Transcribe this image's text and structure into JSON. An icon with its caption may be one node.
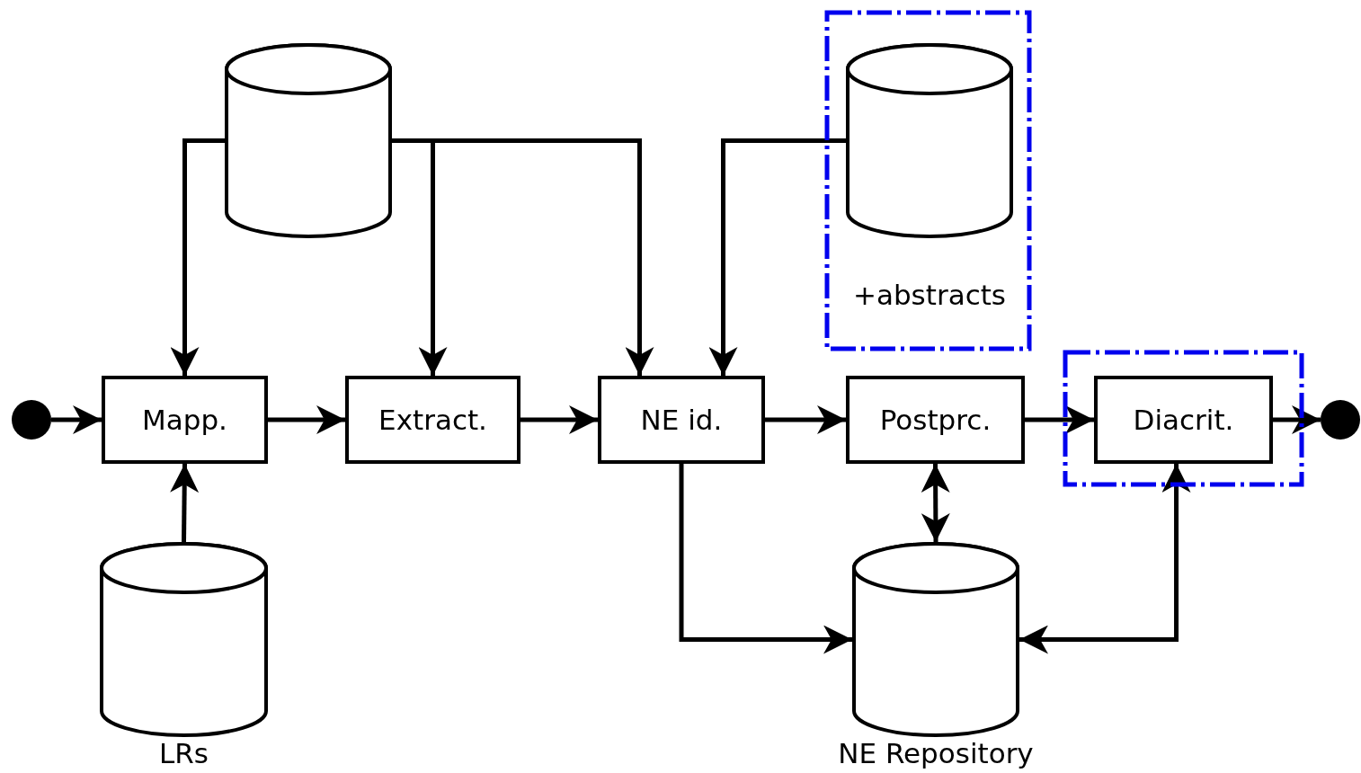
{
  "diagram": {
    "nodes": [
      {
        "text": [],
        "shape": "circle"
      },
      {
        "text": [
          "Mapp."
        ]
      },
      {
        "text": [
          "Extract."
        ]
      },
      {
        "text": [
          "NE id."
        ]
      },
      {
        "text": [
          "Postprc."
        ]
      },
      {
        "text": [],
        "shape": "box"
      },
      {
        "text": [
          "Diacrit."
        ],
        "in": 5
      },
      {
        "text": [],
        "shape": "circle"
      },
      {
        "text": [],
        "shape": "cylinder"
      },
      {
        "text": [],
        "shape": "box"
      },
      {
        "text": [
          "+abstracts"
        ],
        "in": 9
      },
      {
        "text": [
          "LRs"
        ]
      },
      {
        "text": [
          "NE Repository"
        ]
      }
    ],
    "edges": [
      {
        "from": 0,
        "to": 1,
        "arrow": "to"
      },
      {
        "from": 1,
        "to": 2,
        "arrow": "to"
      },
      {
        "from": 2,
        "to": 3,
        "arrow": "to"
      },
      {
        "from": 3,
        "to": 4,
        "arrow": "to"
      },
      {
        "from": 4,
        "to": 6,
        "arrow": "to"
      },
      {
        "from": 6,
        "to": 7,
        "arrow": "to"
      },
      {
        "from": 8,
        "to": 1,
        "arrow": "to"
      },
      {
        "from": 8,
        "to": 2,
        "arrow": "to"
      },
      {
        "from": 8,
        "to": 3,
        "arrow": "to"
      },
      {
        "from": 10,
        "to": 3,
        "arrow": "to"
      },
      {
        "from": 11,
        "to": 1,
        "arrow": "to"
      },
      {
        "from": 3,
        "to": 12,
        "arrow": "to"
      },
      {
        "from": 4,
        "to": 12,
        "arrow": "both"
      },
      {
        "from": 6,
        "to": 12,
        "arrow": "both"
      }
    ]
  }
}
